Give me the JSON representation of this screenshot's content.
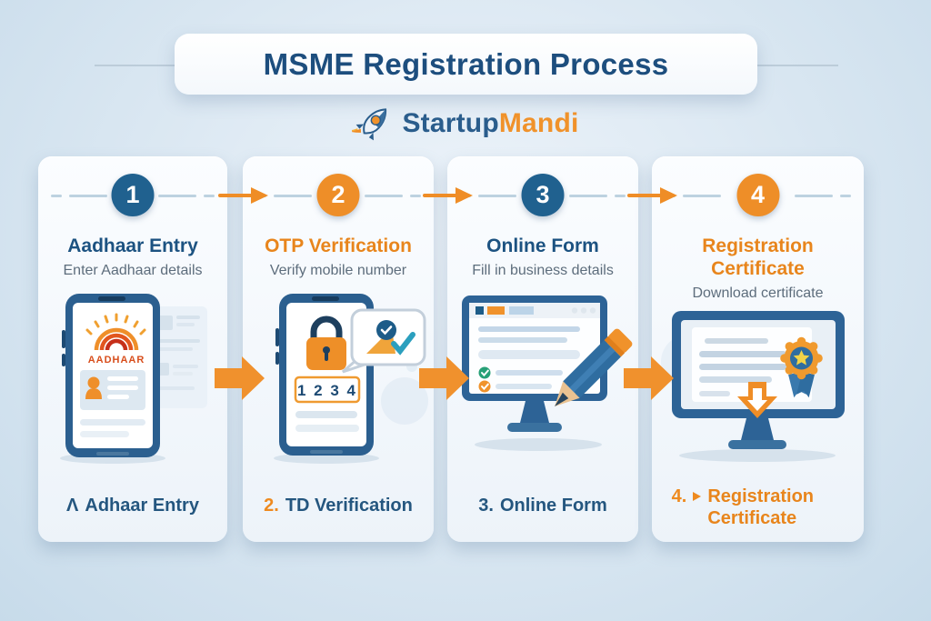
{
  "page": {
    "title": "MSME Registration Process"
  },
  "brand": {
    "name_primary": "Startup",
    "name_secondary": "Mandi",
    "logo_icon": "rocket-icon"
  },
  "steps": [
    {
      "number": "1",
      "accent": "blue",
      "title": "Aadhaar Entry",
      "subtitle": "Enter Aadhaar details",
      "footer_prefix": "Λ",
      "footer_label": "Adhaar Entry"
    },
    {
      "number": "2",
      "accent": "orange",
      "title": "OTP Verification",
      "subtitle": "Verify mobile number",
      "footer_prefix": "2.",
      "footer_label": "TD Verification"
    },
    {
      "number": "3",
      "accent": "blue",
      "title": "Online Form",
      "subtitle": "Fill in business details",
      "footer_prefix": "3.",
      "footer_label": "Online Form"
    },
    {
      "number": "4",
      "accent": "orange",
      "title": "Registration Certificate",
      "subtitle": "Download certificate",
      "footer_prefix": "4.",
      "footer_label": "Registration Certificate"
    }
  ],
  "illustrations": {
    "aadhaar_label": "AADHAAR",
    "otp_code": "1 2 3 4"
  },
  "colors": {
    "navy": "#1d5080",
    "orange": "#ef8d26",
    "background": "#d8e6f1",
    "card": "#f4f8fc",
    "subtitle_gray": "#5d6d7c",
    "connector_blue": "#bdd2e0"
  }
}
